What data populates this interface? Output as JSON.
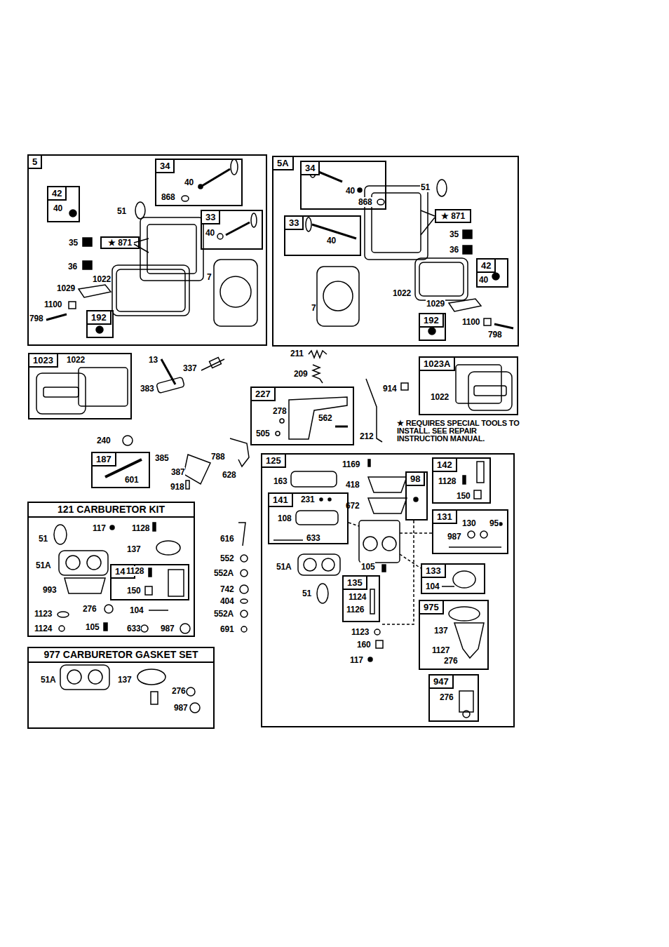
{
  "diagram": {
    "nodes": [
      {
        "text": [
          "5",
          "51",
          "35",
          "36",
          "1022",
          "7",
          "1029",
          "1100",
          "798"
        ]
      },
      {
        "text": [
          "42",
          "40"
        ],
        "in": 0
      },
      {
        "text": [
          "34",
          "40",
          "868"
        ],
        "in": 0
      },
      {
        "text": [
          "33",
          "40"
        ],
        "in": 0
      },
      {
        "text": [
          "★ 871"
        ],
        "in": 0
      },
      {
        "text": [
          "192"
        ],
        "in": 0
      },
      {
        "text": [
          "5A",
          "51",
          "35",
          "36",
          "1022",
          "7",
          "1029",
          "1100",
          "798"
        ]
      },
      {
        "text": [
          "34",
          "40",
          "868"
        ],
        "in": 6
      },
      {
        "text": [
          "33",
          "40"
        ],
        "in": 6
      },
      {
        "text": [
          "★ 871"
        ],
        "in": 6
      },
      {
        "text": [
          "42",
          "40"
        ],
        "in": 6
      },
      {
        "text": [
          "192"
        ],
        "in": 6
      },
      {
        "text": [
          "1023",
          "1022"
        ]
      },
      {
        "text": [
          "227",
          "278",
          "562",
          "505"
        ]
      },
      {
        "text": [
          "1023A",
          "1022"
        ]
      },
      {
        "text": [
          "187",
          "601"
        ]
      },
      {
        "text": [
          "121 CARBURETOR KIT",
          "51",
          "117",
          "1128",
          "137",
          "51A",
          "993",
          "1123",
          "276",
          "104",
          "1124",
          "105",
          "633",
          "987"
        ]
      },
      {
        "text": [
          "142",
          "1128",
          "150"
        ],
        "in": 16
      },
      {
        "text": [
          "977 CARBURETOR GASKET SET",
          "51A",
          "137",
          "276",
          "987"
        ]
      },
      {
        "text": [
          "125",
          "1169",
          "163",
          "418",
          "672",
          "51A",
          "105",
          "51",
          "1123",
          "160",
          "117"
        ]
      },
      {
        "text": [
          "141",
          "231",
          "108",
          "633"
        ],
        "in": 19
      },
      {
        "text": [
          "98"
        ],
        "in": 19
      },
      {
        "text": [
          "142",
          "1128",
          "150"
        ],
        "in": 19
      },
      {
        "text": [
          "131",
          "130",
          "95",
          "987"
        ],
        "in": 19
      },
      {
        "text": [
          "133",
          "104"
        ],
        "in": 19
      },
      {
        "text": [
          "135",
          "1124",
          "1126"
        ],
        "in": 19
      },
      {
        "text": [
          "975",
          "137",
          "1127",
          "276"
        ],
        "in": 19
      },
      {
        "text": [
          "947",
          "276"
        ],
        "in": 19
      }
    ],
    "labels": [
      "13",
      "337",
      "383",
      "211",
      "209",
      "914",
      "212",
      "240",
      "385",
      "387",
      "788",
      "628",
      "918",
      "616",
      "552",
      "552A",
      "742",
      "404",
      "552A",
      "691",
      "★ REQUIRES SPECIAL TOOLS TO INSTALL. SEE REPAIR INSTRUCTION MANUAL."
    ]
  }
}
